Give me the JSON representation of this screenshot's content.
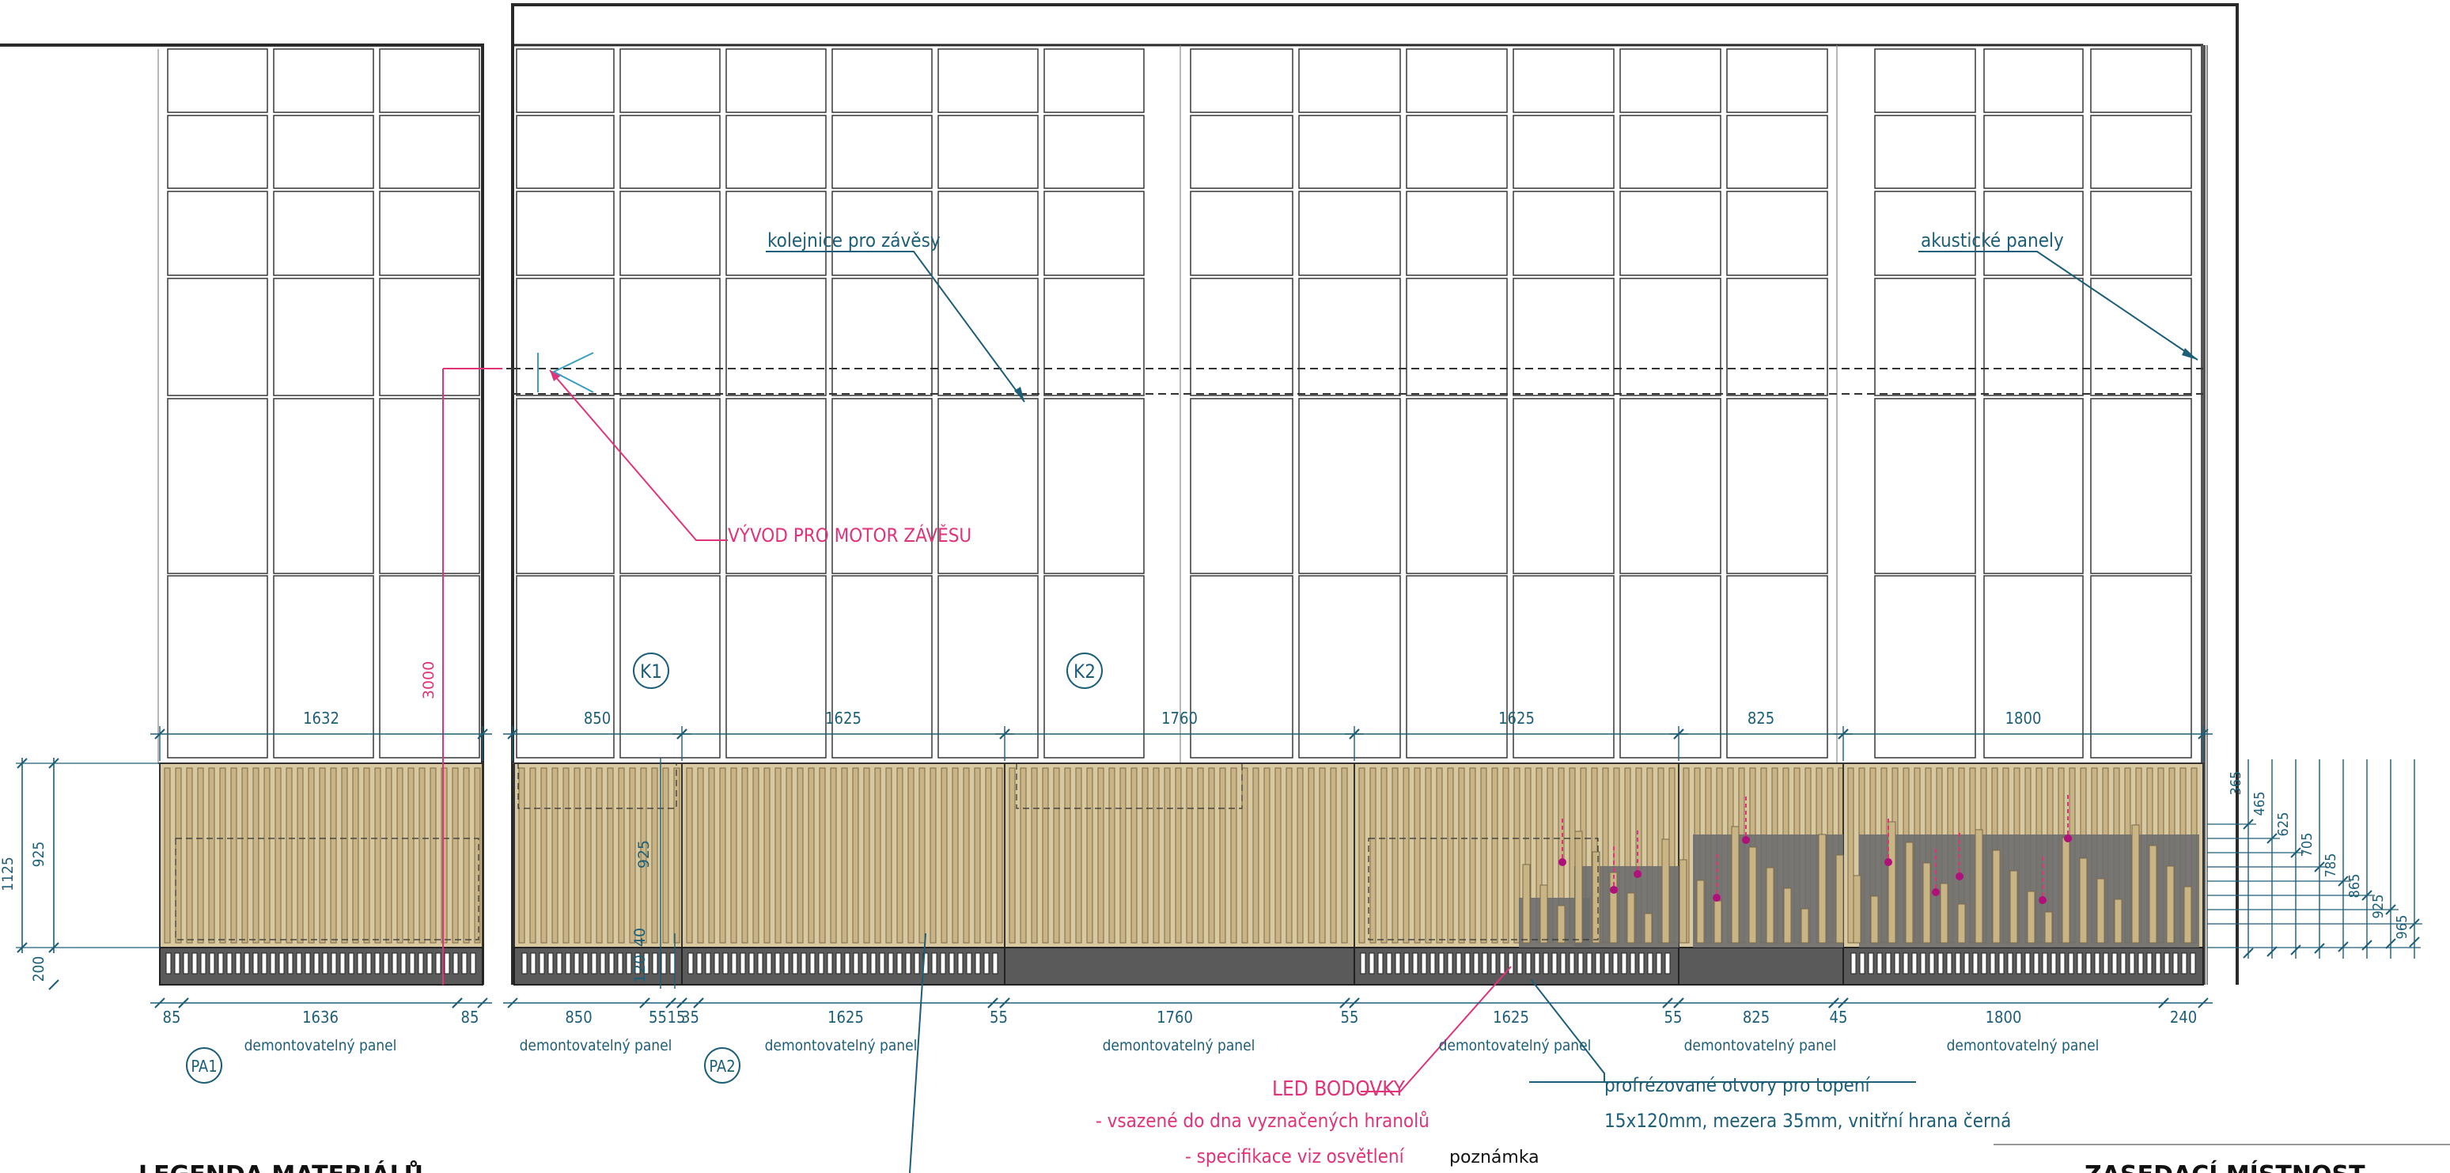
{
  "colors": {
    "line": "#2a2a2a",
    "dim": "#1d5e78",
    "accent": "#e0337a",
    "wood": "#d9c9a0",
    "wood_slat": "#c9b486",
    "dark_base": "#5a5a5a",
    "panel_fill": "#6e6e6e"
  },
  "labels": {
    "rail": "kolejnice pro závěsy",
    "acoustic": "akustické panely",
    "motor": "VÝVOD PRO MOTOR ZÁVĚSU",
    "led_title": "LED BODOVKY",
    "led_line1": "- vsazené do dna vyznačených hranolů",
    "led_line2": "- specifikace viz osvětlení",
    "heat_title": "profrézované otvory pro topení",
    "heat_spec": "15x120mm, mezera 35mm, vnitřní hrana černá",
    "note": "poznámka",
    "legend": "LEGENDA MATERIÁLŮ",
    "room": "ZASEDACÍ MÍSTNOST"
  },
  "markers": {
    "k1": "K1",
    "k2": "K2",
    "pa1": "PA1",
    "pa2": "PA2"
  },
  "dims_top": [
    "1632",
    "850",
    "1625",
    "1760",
    "1625",
    "825",
    "1800"
  ],
  "dims_bottom": [
    "85",
    "1636",
    "85",
    "850",
    "55",
    "15",
    "35",
    "1625",
    "55",
    "1760",
    "55",
    "1625",
    "55",
    "825",
    "45",
    "1800",
    "240"
  ],
  "panel_label": "demontovatelný panel",
  "dims_left": [
    "1125",
    "925",
    "200"
  ],
  "dims_vertical": [
    "3000",
    "925",
    "40",
    "120"
  ],
  "dims_right": [
    "365",
    "465",
    "625",
    "705",
    "785",
    "865",
    "925",
    "965"
  ]
}
